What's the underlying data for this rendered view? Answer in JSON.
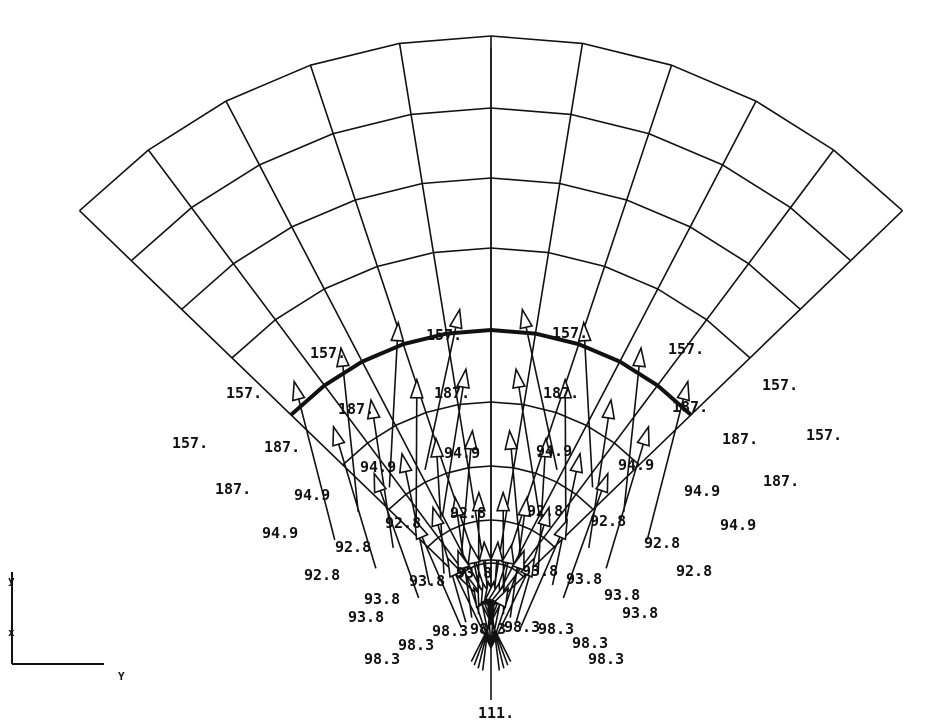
{
  "diagram": {
    "stroke_color": "#111111",
    "background": "#ffffff",
    "axis_labels": {
      "vertical_top": "y",
      "vertical_mid": "x",
      "horizontal": "Y"
    },
    "bottom_label": "111.",
    "force_labels": [
      "157.",
      "157.",
      "157.",
      "157.",
      "157.",
      "157.",
      "157.",
      "187.",
      "187.",
      "187.",
      "187.",
      "187.",
      "187.",
      "187.",
      "187.",
      "94.9",
      "94.9",
      "94.9",
      "94.9",
      "94.9",
      "94.9",
      "94.9",
      "94.9",
      "92.8",
      "92.8",
      "92.8",
      "92.8",
      "92.8",
      "92.8",
      "92.8",
      "92.8",
      "93.8",
      "93.8",
      "93.8",
      "93.8",
      "93.8",
      "93.8",
      "93.8",
      "93.8",
      "98.3",
      "98.3",
      "98.3",
      "98.3",
      "98.3",
      "98.3",
      "98.3",
      "98.3"
    ]
  }
}
